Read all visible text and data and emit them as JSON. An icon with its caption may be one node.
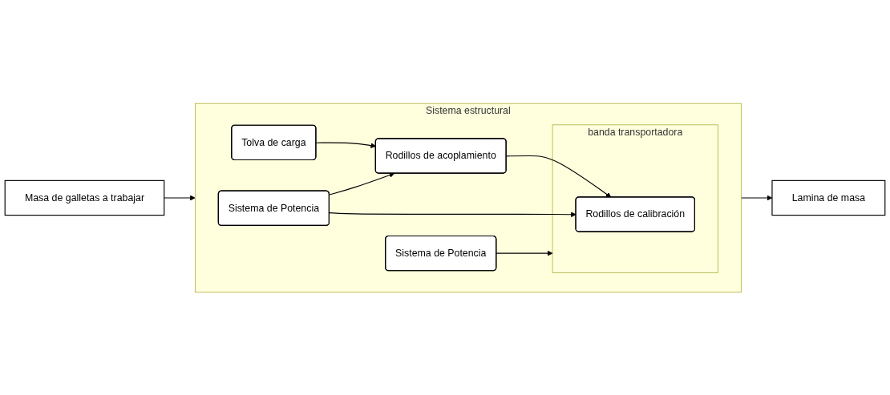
{
  "diagram": {
    "nodes": [
      {
        "text": [
          "Masa de galletas a trabajar"
        ]
      },
      {
        "text": [
          "Sistema estructural"
        ]
      },
      {
        "text": [
          "Tolva de carga"
        ],
        "in": 1
      },
      {
        "text": [
          "Rodillos de acoplamiento"
        ],
        "in": 1
      },
      {
        "text": [
          "banda transportadora"
        ],
        "in": 1
      },
      {
        "text": [
          "Rodillos de calibración"
        ],
        "in": 4
      },
      {
        "text": [
          "Sistema de Potencia"
        ],
        "in": 1
      },
      {
        "text": [
          "Sistema de Potencia"
        ],
        "in": 1
      },
      {
        "text": [
          "Lamina de masa"
        ]
      }
    ],
    "edges": [
      {
        "from": 0,
        "to": 1,
        "arrow": "to"
      },
      {
        "from": 2,
        "to": 3,
        "arrow": "to"
      },
      {
        "from": 3,
        "to": 5,
        "arrow": "to"
      },
      {
        "from": 6,
        "to": 3,
        "arrow": "to"
      },
      {
        "from": 6,
        "to": 5,
        "arrow": "to"
      },
      {
        "from": 7,
        "to": 4,
        "arrow": "to"
      },
      {
        "from": 1,
        "to": 8,
        "arrow": "to"
      }
    ]
  }
}
